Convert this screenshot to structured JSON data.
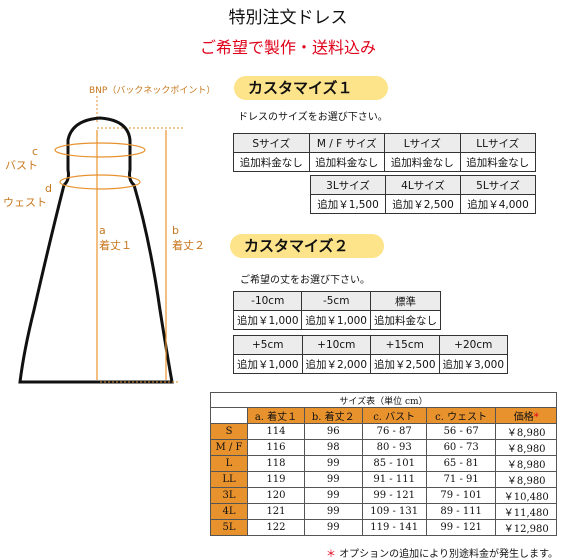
{
  "title": "特別注文ドレス",
  "subtitle": "ご希望で製作・送料込み",
  "diagram": {
    "bnp_label": "BNP（バックネックポイント）",
    "bust_letter": "c",
    "bust_label": "バスト",
    "waist_letter": "d",
    "waist_label": "ウェスト",
    "a_letter": "a",
    "a_label": "着丈１",
    "b_letter": "b",
    "b_label": "着丈２"
  },
  "custom1": {
    "heading": "カスタマイズ１",
    "desc": "ドレスのサイズをお選び下さい。",
    "row1_headers": [
      "Sサイズ",
      "M / F サイズ",
      "Lサイズ",
      "LLサイズ"
    ],
    "row1_values": [
      "追加料金なし",
      "追加料金なし",
      "追加料金なし",
      "追加料金なし"
    ],
    "row2_headers": [
      "3Lサイズ",
      "4Lサイズ",
      "5Lサイズ"
    ],
    "row2_values": [
      "追加￥1,500",
      "追加￥2,500",
      "追加￥4,000"
    ]
  },
  "custom2": {
    "heading": "カスタマイズ２",
    "desc": "ご希望の丈をお選び下さい。",
    "row1_headers": [
      "-10cm",
      "-5cm",
      "標準"
    ],
    "row1_values": [
      "追加￥1,000",
      "追加￥1,000",
      "追加料金なし"
    ],
    "row2_headers": [
      "+5cm",
      "+10cm",
      "+15cm",
      "+20cm"
    ],
    "row2_values": [
      "追加￥1,000",
      "追加￥2,000",
      "追加￥2,500",
      "追加￥3,000"
    ]
  },
  "size_table": {
    "caption": "サイズ表（単位 cm）",
    "headers": [
      "a. 着丈１",
      "b. 着丈２",
      "c. バスト",
      "c. ウェスト",
      "価格"
    ],
    "price_star": "*",
    "rows": [
      {
        "size": "S",
        "a": "114",
        "b": "96",
        "bust": "76 - 87",
        "waist": "56 - 67",
        "price": "￥8,980"
      },
      {
        "size": "M / F",
        "a": "116",
        "b": "98",
        "bust": "80 - 93",
        "waist": "60 - 73",
        "price": "￥8,980"
      },
      {
        "size": "L",
        "a": "118",
        "b": "99",
        "bust": "85 - 101",
        "waist": "65 - 81",
        "price": "￥8,980"
      },
      {
        "size": "LL",
        "a": "119",
        "b": "99",
        "bust": "91 - 111",
        "waist": "71 - 91",
        "price": "￥8,980"
      },
      {
        "size": "3L",
        "a": "120",
        "b": "99",
        "bust": "99 - 121",
        "waist": "79 - 101",
        "price": "￥10,480"
      },
      {
        "size": "4L",
        "a": "121",
        "b": "99",
        "bust": "109 - 131",
        "waist": "89 - 111",
        "price": "￥11,480"
      },
      {
        "size": "5L",
        "a": "122",
        "b": "99",
        "bust": "119 - 141",
        "waist": "99 - 121",
        "price": "￥12,980"
      }
    ]
  },
  "note": {
    "star": "＊",
    "text": "オプションの追加により別途料金が発生します。"
  },
  "colors": {
    "accent_red": "#e0001a",
    "orange": "#e8922e",
    "label_orange": "#c8781e",
    "pill_yellow": "#fde389"
  }
}
